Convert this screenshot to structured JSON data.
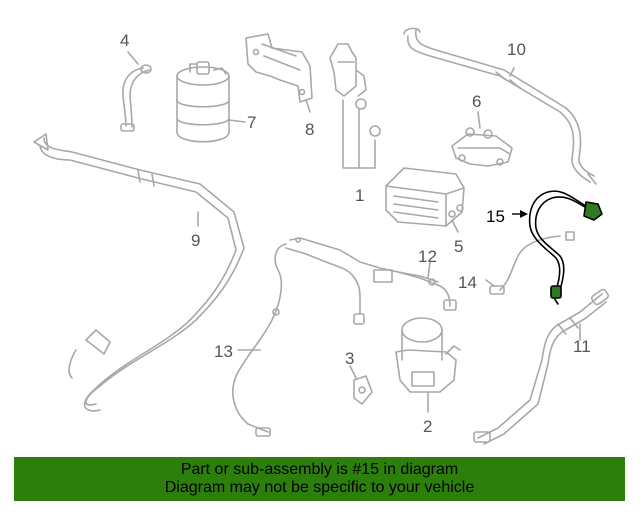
{
  "callouts": {
    "c1": "1",
    "c2": "2",
    "c3": "3",
    "c4": "4",
    "c5": "5",
    "c6": "6",
    "c7": "7",
    "c8": "8",
    "c9": "9",
    "c10": "10",
    "c11": "11",
    "c12": "12",
    "c13": "13",
    "c14": "14",
    "c15": "15"
  },
  "banner": {
    "line1": "Part or sub-assembly is #15 in diagram",
    "line2": "Diagram may not be specific to your vehicle"
  },
  "colors": {
    "banner_bg": "#2d7f0b",
    "part_gray": "#a8a8a8",
    "highlight": "#000000",
    "connector_green": "#2f7a20"
  },
  "highlighted_part": "15"
}
